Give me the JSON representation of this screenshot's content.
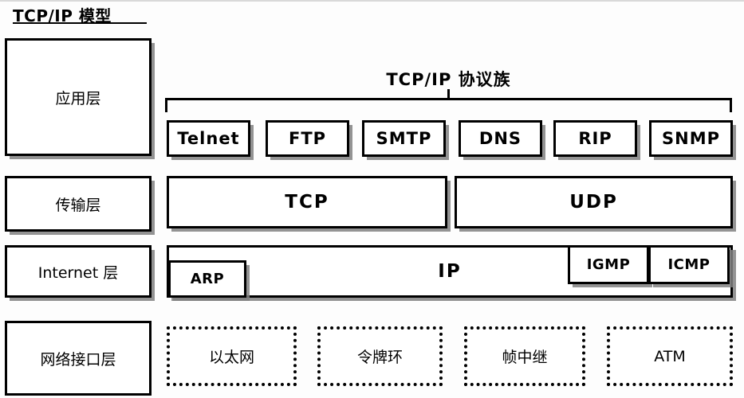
{
  "page": {
    "title": "TCP/IP 模型",
    "suite_title": "TCP/IP 协议族",
    "colors": {
      "stroke": "#000000",
      "fill": "#ffffff",
      "shadow": "#808080",
      "background": "#fdfdfd"
    }
  },
  "layers": [
    {
      "label": "应用层"
    },
    {
      "label": "传输层"
    },
    {
      "label": "Internet 层"
    },
    {
      "label": "网络接口层"
    }
  ],
  "application_protocols": [
    {
      "label": "Telnet"
    },
    {
      "label": "FTP"
    },
    {
      "label": "SMTP"
    },
    {
      "label": "DNS"
    },
    {
      "label": "RIP"
    },
    {
      "label": "SNMP"
    }
  ],
  "transport_protocols": [
    {
      "label": "TCP"
    },
    {
      "label": "UDP"
    }
  ],
  "internet_protocols": {
    "main": {
      "label": "IP"
    },
    "left": {
      "label": "ARP"
    },
    "right": [
      {
        "label": "IGMP"
      },
      {
        "label": "ICMP"
      }
    ]
  },
  "network_interface_protocols": [
    {
      "label": "以太网"
    },
    {
      "label": "令牌环"
    },
    {
      "label": "帧中继"
    },
    {
      "label": "ATM"
    }
  ]
}
